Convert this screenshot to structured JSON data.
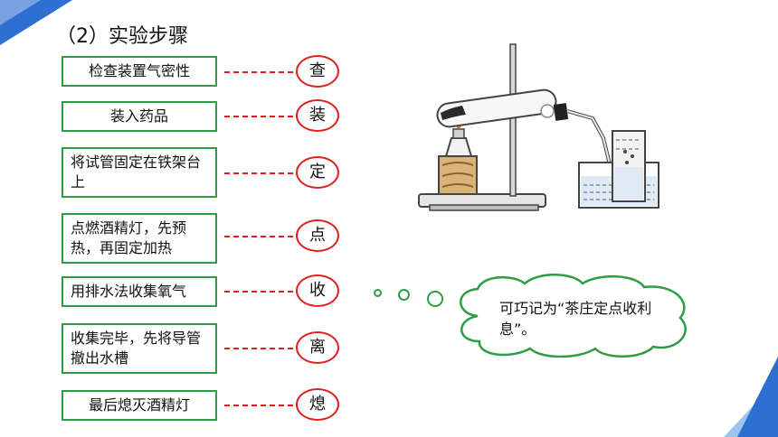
{
  "title": "（2）实验步骤",
  "steps": [
    {
      "text": "检查装置气密性",
      "key": "查"
    },
    {
      "text": "装入药品",
      "key": "装"
    },
    {
      "text": "将试管固定在铁架台上",
      "key": "定"
    },
    {
      "text": "点燃酒精灯，先预热，再固定加热",
      "key": "点"
    },
    {
      "text": "用排水法收集氧气",
      "key": "收"
    },
    {
      "text": "收集完毕，先将导管撤出水槽",
      "key": "离"
    },
    {
      "text": "最后熄灭酒精灯",
      "key": "熄"
    }
  ],
  "mnemonic": "可巧记为“茶庄定点收利息”。",
  "colors": {
    "step_border": "#2e9e46",
    "key_border": "#e02020",
    "dash": "#e02020",
    "deco_blue": "#2f6fd1",
    "deco_light": "#9cc4ef"
  }
}
